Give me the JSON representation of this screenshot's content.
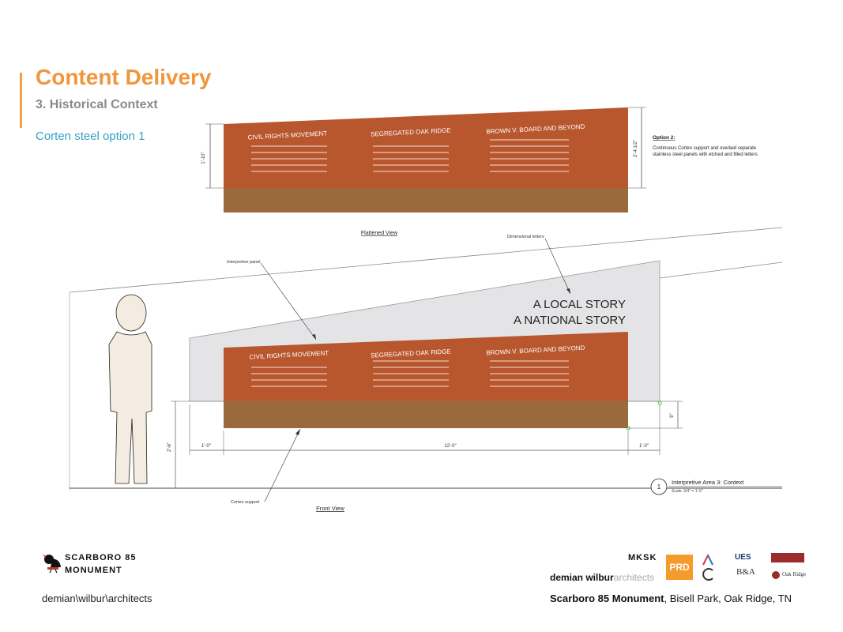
{
  "header": {
    "title": "Content Delivery",
    "subtitle": "3. Historical Context",
    "option": "Corten steel option 1"
  },
  "flattened_view": {
    "label": "Flattened View",
    "panels": [
      "CIVIL RIGHTS MOVEMENT",
      "SEGREGATED OAK RIDGE",
      "BROWN V. BOARD AND BEYOND"
    ],
    "dim_left": "1'-10\"",
    "dim_right": "2'-4 1/2\"",
    "note_title": "Option 2:",
    "note_line1": "Continuous Corten support and overlaid separate",
    "note_line2": "stainless steel panels with etched and filled letters"
  },
  "front_view": {
    "label": "Front View",
    "panels": [
      "CIVIL RIGHTS MOVEMENT",
      "SEGREGATED OAK RIDGE",
      "BROWN V. BOARD AND BEYOND"
    ],
    "headline1": "A LOCAL STORY",
    "headline2": "A NATIONAL STORY",
    "callout_interpretive_panel": "Interpretive panel",
    "callout_dimensional_letters": "Dimensional letters",
    "callout_corten_support": "Corten support",
    "dim_left": "1'-0\"",
    "dim_center": "12'-0\"",
    "dim_right": "1'-0\"",
    "dim_height": "2'-6\"",
    "dim_base": "9\"",
    "detail_number": "1",
    "detail_title": "Interpretive Area 3: Context",
    "detail_scale": "Scale: 3/4\" = 1'-0\""
  },
  "footer": {
    "logo_line1": "SCARBORO 85",
    "logo_line2": "MONUMENT",
    "firm": "demian\\wilbur\\architects",
    "partner_mksk": "MKSK",
    "partner_dw_bold": "demian wilbur",
    "partner_dw_light": "architects",
    "partner_prd": "PRD",
    "partner_ues": "UES",
    "partner_ba": "B&A",
    "partner_oakridge": "Oak Ridge",
    "project_bold": "Scarboro 85 Monument",
    "project_rest": ", Bisell Park, Oak Ridge, TN"
  },
  "colors": {
    "accent": "#f0963c",
    "corten": "#b8562e",
    "base": "#9b6a3c",
    "option_blue": "#3a9fc4"
  }
}
